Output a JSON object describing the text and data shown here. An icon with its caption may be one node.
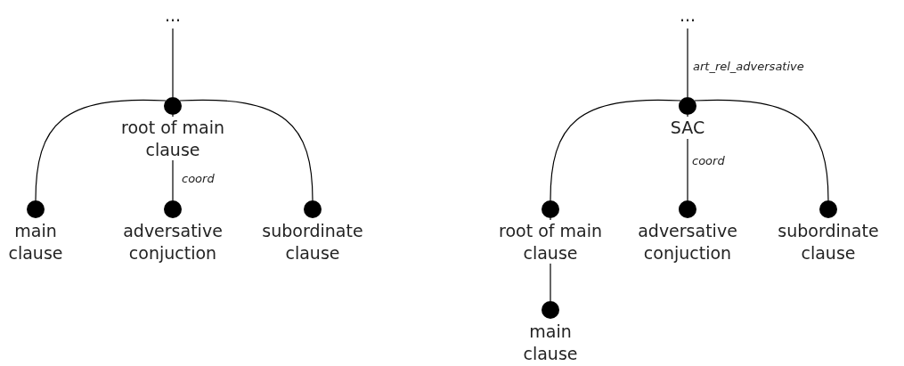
{
  "diagram": {
    "nodes": [
      {
        "text": [
          "..."
        ]
      },
      {
        "text": [
          "root of main clause"
        ]
      },
      {
        "text": [
          "main clause"
        ]
      },
      {
        "text": [
          "adversative conjuction"
        ]
      },
      {
        "text": [
          "subordinate clause"
        ]
      },
      {
        "text": [
          "..."
        ]
      },
      {
        "text": [
          "SAC"
        ]
      },
      {
        "text": [
          "root of main clause"
        ]
      },
      {
        "text": [
          "adversative conjuction"
        ]
      },
      {
        "text": [
          "subordinate clause"
        ]
      },
      {
        "text": [
          "main clause"
        ]
      }
    ],
    "edges": [
      {
        "from": 0,
        "to": 1,
        "arrow": "none"
      },
      {
        "from": 1,
        "to": 2,
        "arrow": "none"
      },
      {
        "from": 1,
        "to": 3,
        "arrow": "none",
        "label": "coord"
      },
      {
        "from": 1,
        "to": 4,
        "arrow": "none"
      },
      {
        "from": 5,
        "to": 6,
        "arrow": "none",
        "label": "art_rel_adversative"
      },
      {
        "from": 6,
        "to": 7,
        "arrow": "none"
      },
      {
        "from": 6,
        "to": 8,
        "arrow": "none",
        "label": "coord"
      },
      {
        "from": 6,
        "to": 9,
        "arrow": "none"
      },
      {
        "from": 7,
        "to": 10,
        "arrow": "none"
      }
    ]
  }
}
